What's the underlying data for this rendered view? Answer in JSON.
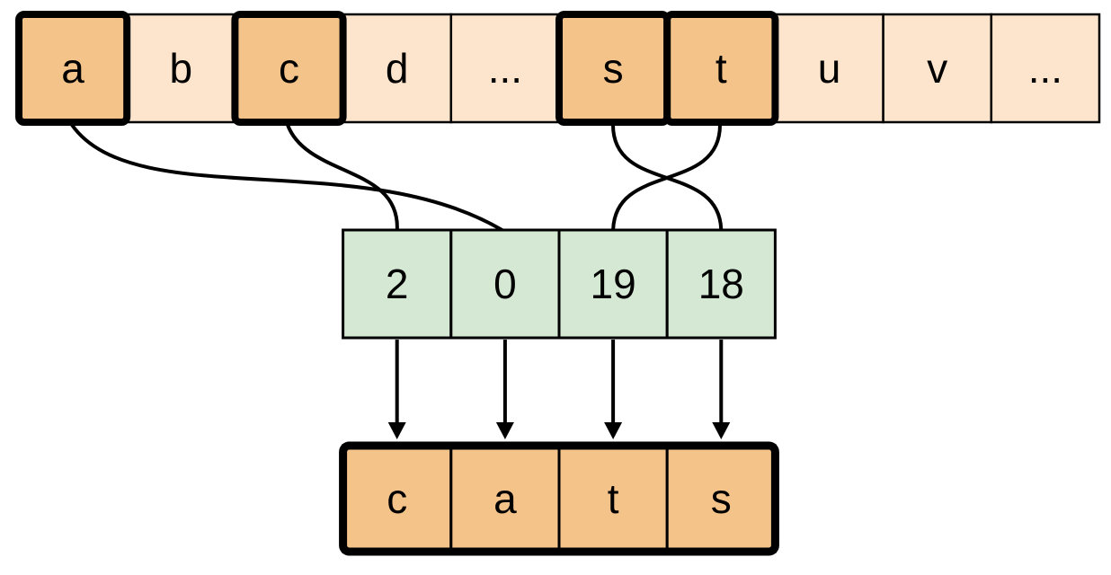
{
  "colors": {
    "background": "#ffffff",
    "stroke": "#000000",
    "base_fill": "#fce5cc",
    "highlight_fill": "#f4c38a",
    "index_fill": "#d5e8d4"
  },
  "alphabet_row": {
    "cells": [
      {
        "label": "a",
        "highlighted": true,
        "fill": "#f4c38a"
      },
      {
        "label": "b",
        "highlighted": false,
        "fill": "#fce5cc"
      },
      {
        "label": "c",
        "highlighted": true,
        "fill": "#f4c38a"
      },
      {
        "label": "d",
        "highlighted": false,
        "fill": "#fce5cc"
      },
      {
        "label": "...",
        "highlighted": false,
        "fill": "#fce5cc"
      },
      {
        "label": "s",
        "highlighted": true,
        "fill": "#f4c38a"
      },
      {
        "label": "t",
        "highlighted": true,
        "fill": "#f4c38a"
      },
      {
        "label": "u",
        "highlighted": false,
        "fill": "#fce5cc"
      },
      {
        "label": "v",
        "highlighted": false,
        "fill": "#fce5cc"
      },
      {
        "label": "...",
        "highlighted": false,
        "fill": "#fce5cc"
      }
    ]
  },
  "index_row": {
    "cells": [
      {
        "value": "2"
      },
      {
        "value": "0"
      },
      {
        "value": "19"
      },
      {
        "value": "18"
      }
    ]
  },
  "output_row": {
    "cells": [
      {
        "label": "c"
      },
      {
        "label": "a"
      },
      {
        "label": "t"
      },
      {
        "label": "s"
      }
    ]
  },
  "mappings": [
    {
      "from_letter": "c",
      "to_index": "2"
    },
    {
      "from_letter": "a",
      "to_index": "0"
    },
    {
      "from_letter": "t",
      "to_index": "19"
    },
    {
      "from_letter": "s",
      "to_index": "18"
    }
  ]
}
